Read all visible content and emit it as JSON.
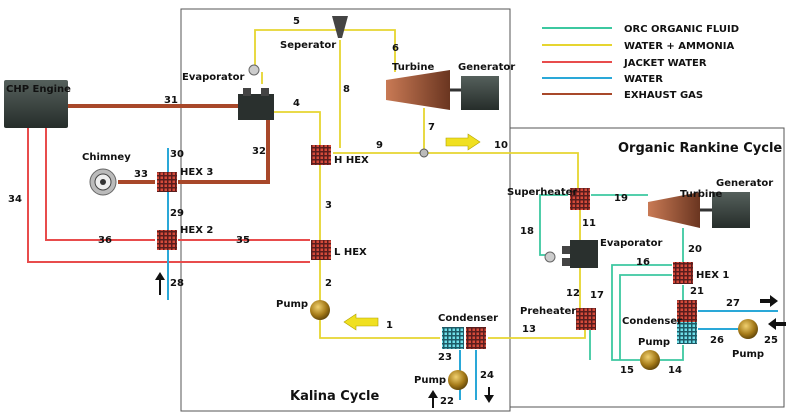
{
  "legend": [
    {
      "label": "ORC ORGANIC FLUID",
      "color": "#3cc8a0"
    },
    {
      "label": "WATER + AMMONIA",
      "color": "#e6d530"
    },
    {
      "label": "JACKET WATER",
      "color": "#e84c4c"
    },
    {
      "label": "WATER",
      "color": "#2aa8d8"
    },
    {
      "label": "EXHAUST GAS",
      "color": "#a8482a"
    }
  ],
  "regions": {
    "kalina": "Kalina Cycle",
    "orc": "Organic Rankine Cycle"
  },
  "components": {
    "chp_engine": "CHP Engine",
    "chimney": "Chimney",
    "hex3": "HEX 3",
    "hex2": "HEX 2",
    "evaporator_k": "Evaporator",
    "seperator": "Seperator",
    "turbine_k": "Turbine",
    "generator_k": "Generator",
    "h_hex": "H HEX",
    "l_hex": "L HEX",
    "pump_k": "Pump",
    "condenser_k": "Condenser",
    "pump_cw": "Pump",
    "superheater": "Superheater",
    "evaporator_o": "Evaporator",
    "turbine_o": "Turbine",
    "generator_o": "Generator",
    "hex1": "HEX 1",
    "preheater": "Preheater",
    "condenser_o": "Condenser",
    "pump_o": "Pump",
    "pump_o_cw": "Pump"
  },
  "streams": [
    "1",
    "2",
    "3",
    "4",
    "5",
    "6",
    "7",
    "8",
    "9",
    "10",
    "11",
    "12",
    "13",
    "14",
    "15",
    "16",
    "17",
    "18",
    "19",
    "20",
    "21",
    "22",
    "23",
    "24",
    "25",
    "26",
    "27",
    "28",
    "29",
    "30",
    "31",
    "32",
    "33",
    "34",
    "35",
    "36"
  ]
}
